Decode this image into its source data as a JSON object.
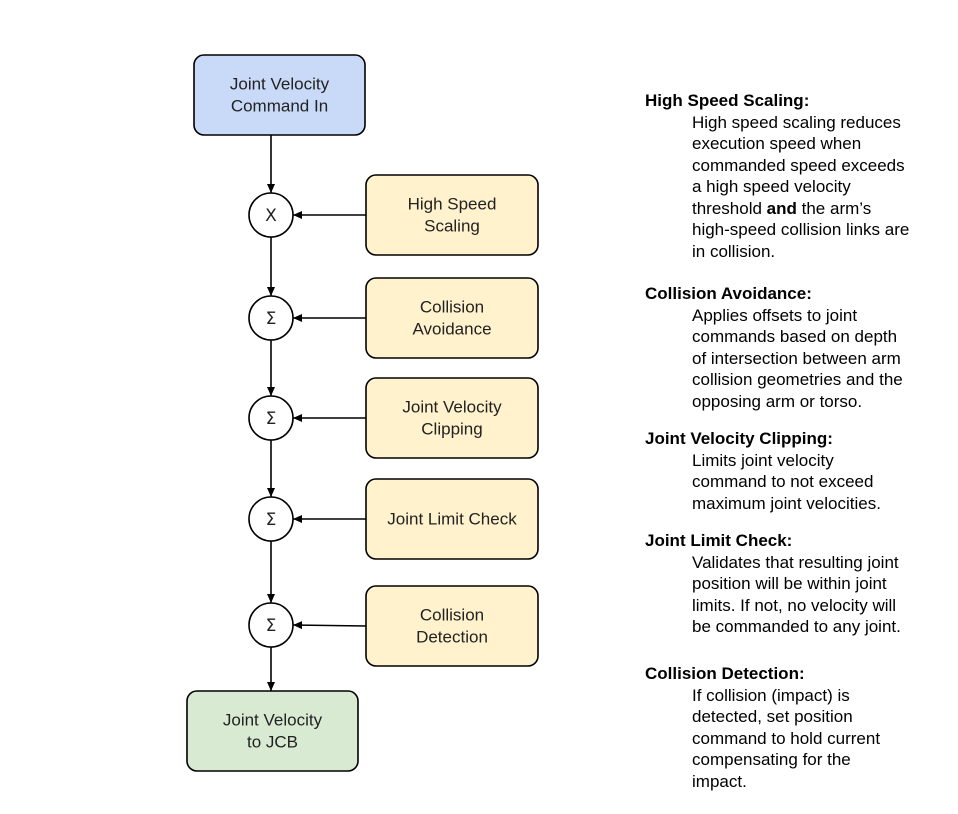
{
  "diagram": {
    "input_node": {
      "lines": [
        "Joint Velocity",
        "Command In"
      ]
    },
    "output_node": {
      "lines": [
        "Joint Velocity",
        "to JCB"
      ]
    },
    "stages": [
      {
        "operator": "X",
        "lines": [
          "High Speed",
          "Scaling"
        ]
      },
      {
        "operator": "Σ",
        "lines": [
          "Collision",
          "Avoidance"
        ]
      },
      {
        "operator": "Σ",
        "lines": [
          "Joint Velocity",
          "Clipping"
        ]
      },
      {
        "operator": "Σ",
        "lines": [
          "Joint Limit Check"
        ]
      },
      {
        "operator": "Σ",
        "lines": [
          "Collision",
          "Detection"
        ]
      }
    ],
    "colors": {
      "input_fill": "#c9daf8",
      "stage_fill": "#fff2cc",
      "output_fill": "#d9ead3",
      "stroke": "#000000"
    }
  },
  "descriptions": [
    {
      "title": "High Speed Scaling:",
      "lines": [
        "High speed scaling reduces",
        "execution speed when",
        "commanded speed exceeds",
        "a high speed velocity",
        "threshold |and|  the arm’s",
        "high-speed collision links are",
        "in collision."
      ]
    },
    {
      "title": "Collision Avoidance:",
      "lines": [
        "Applies offsets to joint",
        "commands based on depth",
        "of intersection between arm",
        "collision geometries and the",
        "opposing arm or torso."
      ]
    },
    {
      "title": "Joint Velocity Clipping:",
      "lines": [
        "Limits joint velocity",
        "command to not exceed",
        "maximum joint velocities."
      ]
    },
    {
      "title": "Joint Limit Check:",
      "lines": [
        "Validates that resulting joint",
        "position will be within joint",
        "limits. If not, no velocity will",
        "be commanded to any joint."
      ]
    },
    {
      "title": "Collision Detection:",
      "lines": [
        "If collision (impact) is",
        "detected, set position",
        "command to hold current",
        "compensating for the",
        "impact."
      ]
    }
  ]
}
